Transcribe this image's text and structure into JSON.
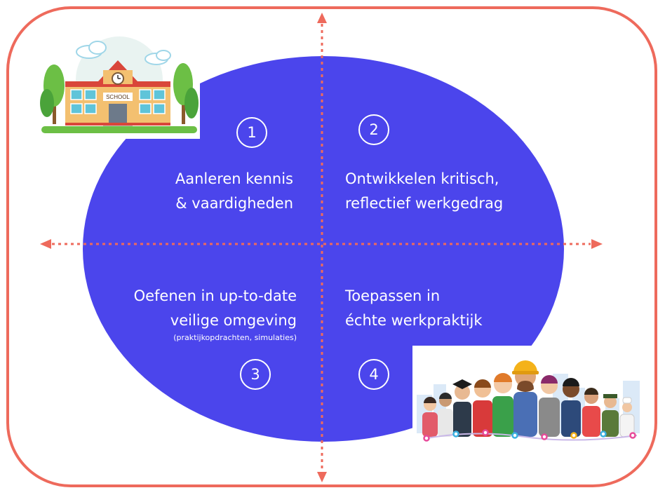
{
  "quadrants": [
    {
      "number": "1",
      "lines": [
        "Aanleren kennis",
        "& vaardigheden"
      ]
    },
    {
      "number": "2",
      "lines": [
        "Ontwikkelen kritisch,",
        "reflectief werkgedrag"
      ]
    },
    {
      "number": "3",
      "lines": [
        "Oefenen in up-to-date",
        "veilige omgeving"
      ],
      "note": "(praktijkopdrachten, simulaties)"
    },
    {
      "number": "4",
      "lines": [
        "Toepassen in",
        "échte werkpraktijk"
      ]
    }
  ],
  "illustrations": {
    "school": {
      "icon": "school-building-icon",
      "sign": "SCHOOL"
    },
    "workers": {
      "icon": "professionals-group-icon"
    }
  },
  "colors": {
    "frame": "#ee6a5c",
    "ellipse": "#4b45ec",
    "axis": "#ee6a5c",
    "text": "#ffffff"
  }
}
